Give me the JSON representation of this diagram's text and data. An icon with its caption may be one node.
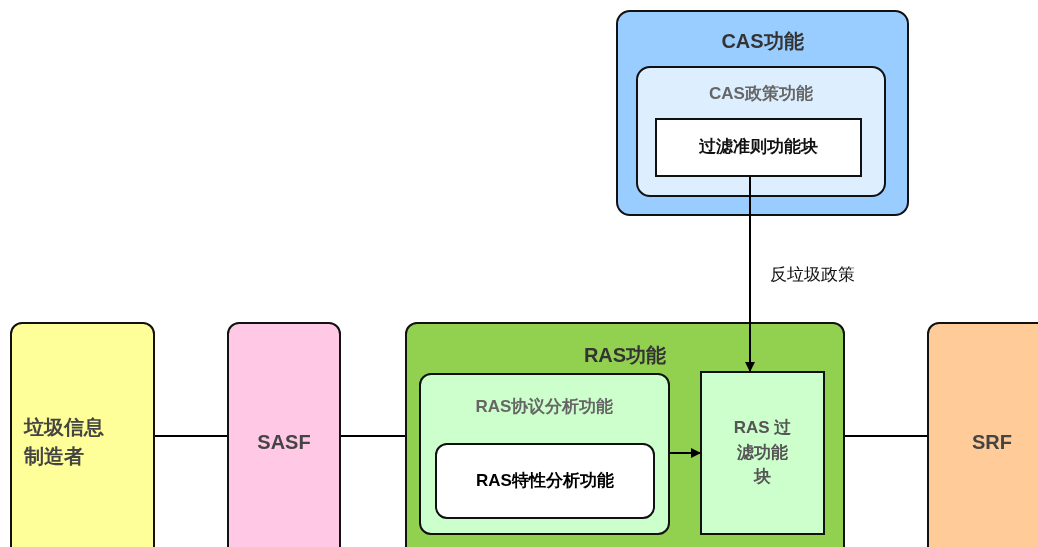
{
  "diagram": {
    "nodes": [
      {
        "text": [
          "垃圾信息制造者"
        ]
      },
      {
        "text": [
          "SASF"
        ]
      },
      {
        "text": [
          "RAS功能"
        ]
      },
      {
        "text": [
          "RAS协议分析功能"
        ],
        "in": 2
      },
      {
        "text": [
          "RAS特性分析功能"
        ],
        "in": 3
      },
      {
        "text": [
          "RAS 过滤功能块"
        ],
        "in": 2
      },
      {
        "text": [
          "SRF"
        ]
      },
      {
        "text": [
          "CAS功能"
        ]
      },
      {
        "text": [
          "CAS政策功能"
        ],
        "in": 7
      },
      {
        "text": [
          "过滤准则功能块"
        ],
        "in": 8
      }
    ],
    "edges": [
      {
        "from": 0,
        "to": 1,
        "arrow": "none"
      },
      {
        "from": 1,
        "to": 2,
        "arrow": "none"
      },
      {
        "from": 2,
        "to": 6,
        "arrow": "none"
      },
      {
        "from": 3,
        "to": 5,
        "arrow": "to"
      },
      {
        "from": 9,
        "to": 5,
        "arrow": "to",
        "label": "反垃圾政策"
      }
    ]
  }
}
